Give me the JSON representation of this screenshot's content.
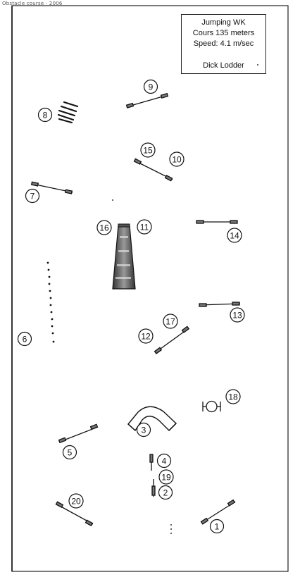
{
  "header_text": "Obstacle course - 2006",
  "info": {
    "title": "Jumping WK",
    "course": "Cours 135 meters",
    "speed": "Speed: 4.1 m/sec",
    "judge": "Dick Lodder"
  },
  "labels": [
    "1",
    "2",
    "3",
    "4",
    "5",
    "6",
    "7",
    "8",
    "9",
    "10",
    "11",
    "12",
    "13",
    "14",
    "15",
    "16",
    "17",
    "18",
    "19",
    "20"
  ]
}
